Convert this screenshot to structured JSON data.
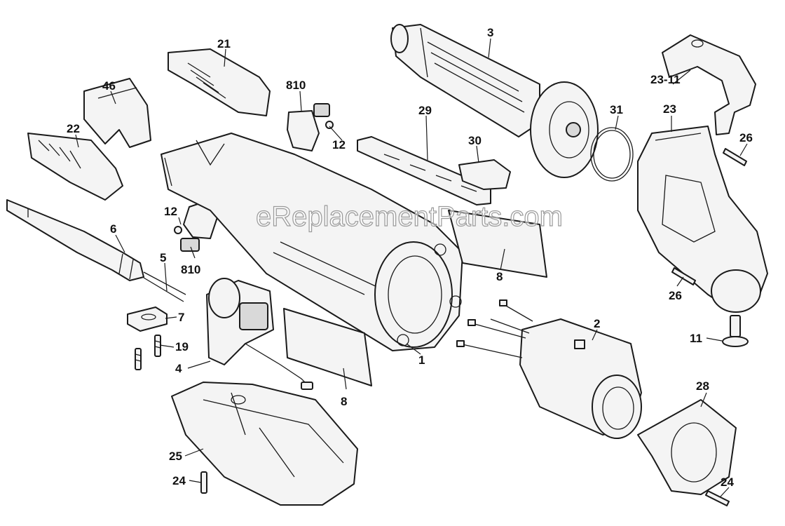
{
  "watermark": "eReplacementParts.com",
  "callouts": {
    "c1": "1",
    "c2": "2",
    "c3": "3",
    "c4": "4",
    "c5": "5",
    "c6": "6",
    "c7": "7",
    "c8a": "8",
    "c8b": "8",
    "c810a": "810",
    "c810b": "810",
    "c11": "11",
    "c12a": "12",
    "c12b": "12",
    "c19": "19",
    "c21": "21",
    "c22": "22",
    "c23": "23",
    "c2311": "23-11",
    "c24a": "24",
    "c24b": "24",
    "c25": "25",
    "c26a": "26",
    "c26b": "26",
    "c28": "28",
    "c29": "29",
    "c30": "30",
    "c31": "31",
    "c46": "46"
  }
}
